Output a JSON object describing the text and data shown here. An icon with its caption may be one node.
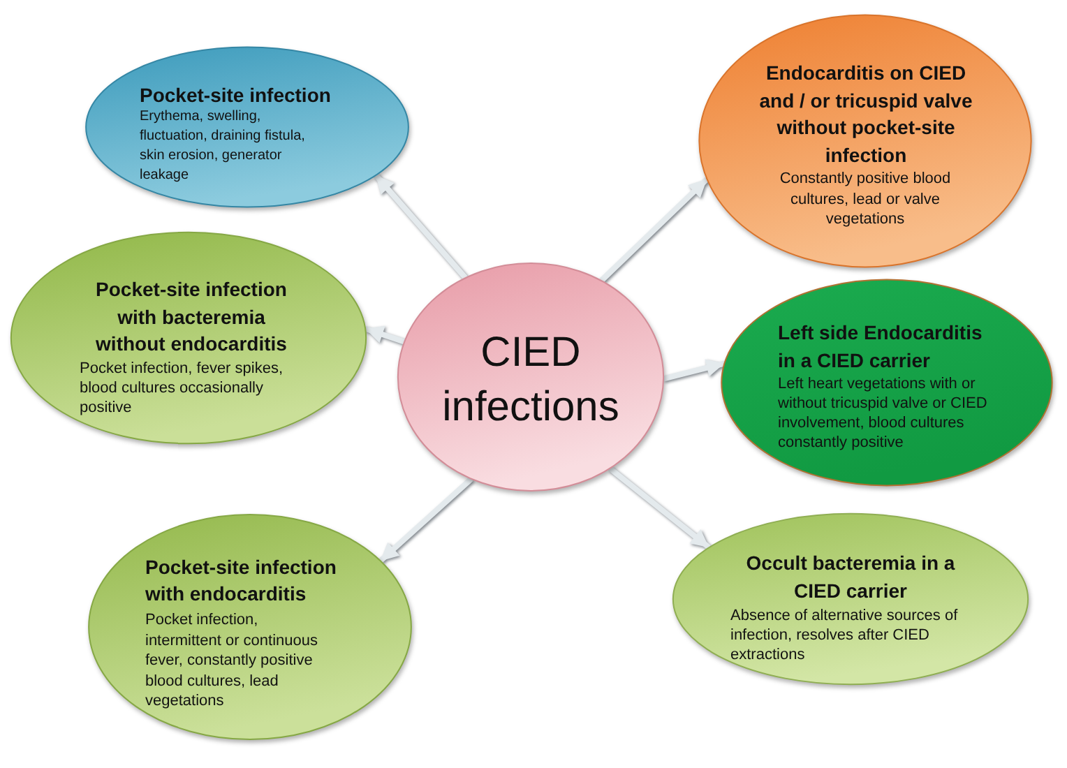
{
  "diagram": {
    "nodes": [
      {
        "text": [
          "Pocket-site infection",
          "Erythema, swelling, fluctuation, draining fistula, skin erosion, generator leakage"
        ]
      },
      {
        "text": [
          "Endocarditis on CIED and / or tricuspid valve without pocket-site infection",
          "Constantly positive blood cultures, lead or valve vegetations"
        ]
      },
      {
        "text": [
          "Pocket-site infection with bacteremia without endocarditis",
          "Pocket infection, fever spikes, blood cultures occasionally positive"
        ]
      },
      {
        "text": [
          "CIED infections"
        ]
      },
      {
        "text": [
          "Left side Endocarditis in a CIED carrier",
          "Left heart vegetations with or without tricuspid valve or CIED involvement, blood cultures constantly positive"
        ]
      },
      {
        "text": [
          "Pocket-site infection with endocarditis",
          "Pocket infection, intermittent or continuous fever, constantly positive blood cultures, lead vegetations"
        ]
      },
      {
        "text": [
          "Occult bacteremia in a CIED carrier",
          "Absence of alternative sources of infection, resolves after CIED extractions"
        ]
      }
    ],
    "edges": [
      {
        "from": 3,
        "to": 0,
        "arrow": "to"
      },
      {
        "from": 3,
        "to": 1,
        "arrow": "to"
      },
      {
        "from": 3,
        "to": 2,
        "arrow": "to"
      },
      {
        "from": 3,
        "to": 4,
        "arrow": "to"
      },
      {
        "from": 3,
        "to": 5,
        "arrow": "to"
      },
      {
        "from": 3,
        "to": 6,
        "arrow": "to"
      }
    ]
  }
}
